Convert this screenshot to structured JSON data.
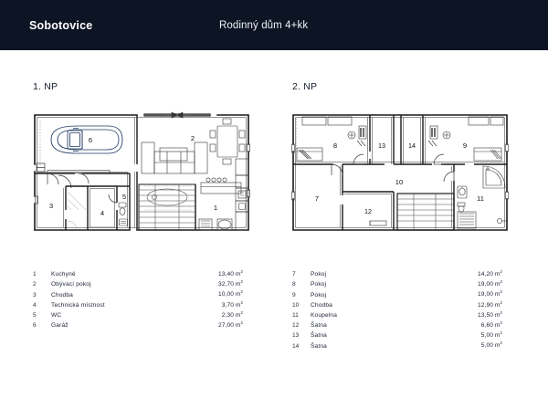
{
  "header": {
    "brand": "Sobotovice",
    "title": "Rodinný dům 4+kk",
    "bg_color": "#0d1423",
    "text_color": "#ffffff"
  },
  "floors": [
    {
      "id": "floor-1",
      "title": "1. NP"
    },
    {
      "id": "floor-2",
      "title": "2. NP"
    }
  ],
  "plan_colors": {
    "wall": "#1a1a1a",
    "fixture": "#3a3a3a",
    "label": "#111111",
    "hatch": "#9aa0a8"
  },
  "room_labels_floor1": [
    "1",
    "2",
    "3",
    "4",
    "5",
    "6"
  ],
  "room_labels_floor2": [
    "7",
    "8",
    "9",
    "10",
    "11",
    "12",
    "13",
    "14"
  ],
  "legend_floor1": [
    {
      "num": "1",
      "name": "Kuchyně",
      "area": "13,40 m"
    },
    {
      "num": "2",
      "name": "Obývací pokoj",
      "area": "32,70 m"
    },
    {
      "num": "3",
      "name": "Chodba",
      "area": "10,00 m"
    },
    {
      "num": "4",
      "name": "Technická místnost",
      "area": "3,70 m"
    },
    {
      "num": "5",
      "name": "WC",
      "area": "2,30 m"
    },
    {
      "num": "6",
      "name": "Garáž",
      "area": "27,00 m"
    }
  ],
  "legend_floor2": [
    {
      "num": "7",
      "name": "Pokoj",
      "area": "14,20 m"
    },
    {
      "num": "8",
      "name": "Pokoj",
      "area": "19,00 m"
    },
    {
      "num": "9",
      "name": "Pokoj",
      "area": "19,00 m"
    },
    {
      "num": "10",
      "name": "Chodba",
      "area": "12,90 m"
    },
    {
      "num": "11",
      "name": "Koupelna",
      "area": "13,50 m"
    },
    {
      "num": "12",
      "name": "Šatna",
      "area": "6,60 m"
    },
    {
      "num": "13",
      "name": "Šatna",
      "area": "5,00 m"
    },
    {
      "num": "14",
      "name": "Šatna",
      "area": "5,00 m"
    }
  ],
  "area_unit_exponent": "2"
}
